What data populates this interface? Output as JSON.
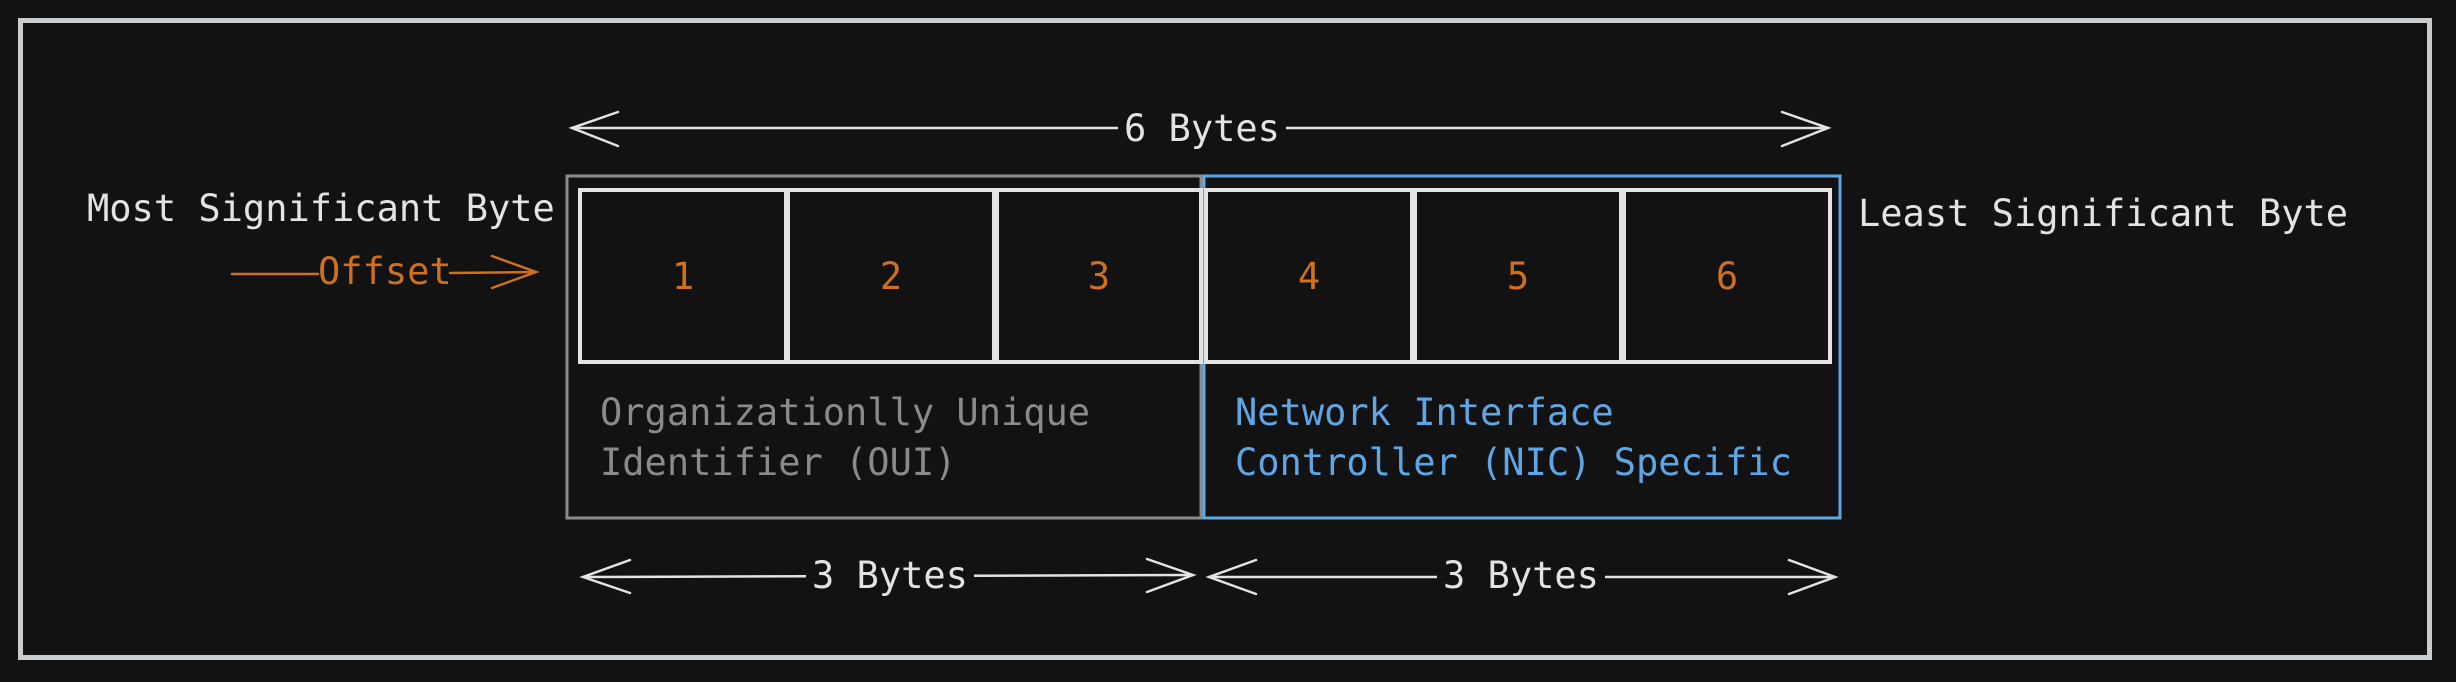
{
  "labels": {
    "total_bytes": "6 Bytes",
    "msb": "Most Significant Byte",
    "lsb": "Least Significant Byte",
    "offset": "Offset",
    "oui_bytes": "3 Bytes",
    "nic_bytes": "3 Bytes"
  },
  "bytes": [
    "1",
    "2",
    "3",
    "4",
    "5",
    "6"
  ],
  "groups": {
    "oui": {
      "line1": "Organizationlly Unique",
      "line2": "Identifier (OUI)"
    },
    "nic": {
      "line1": "Network Interface",
      "line2": "Controller (NIC) Specific"
    }
  },
  "colors": {
    "background": "#121212",
    "line": "#e3e3e3",
    "accent_orange": "#cf7020",
    "oui_grey": "#8a8a8a",
    "nic_blue": "#5ea6e6"
  }
}
